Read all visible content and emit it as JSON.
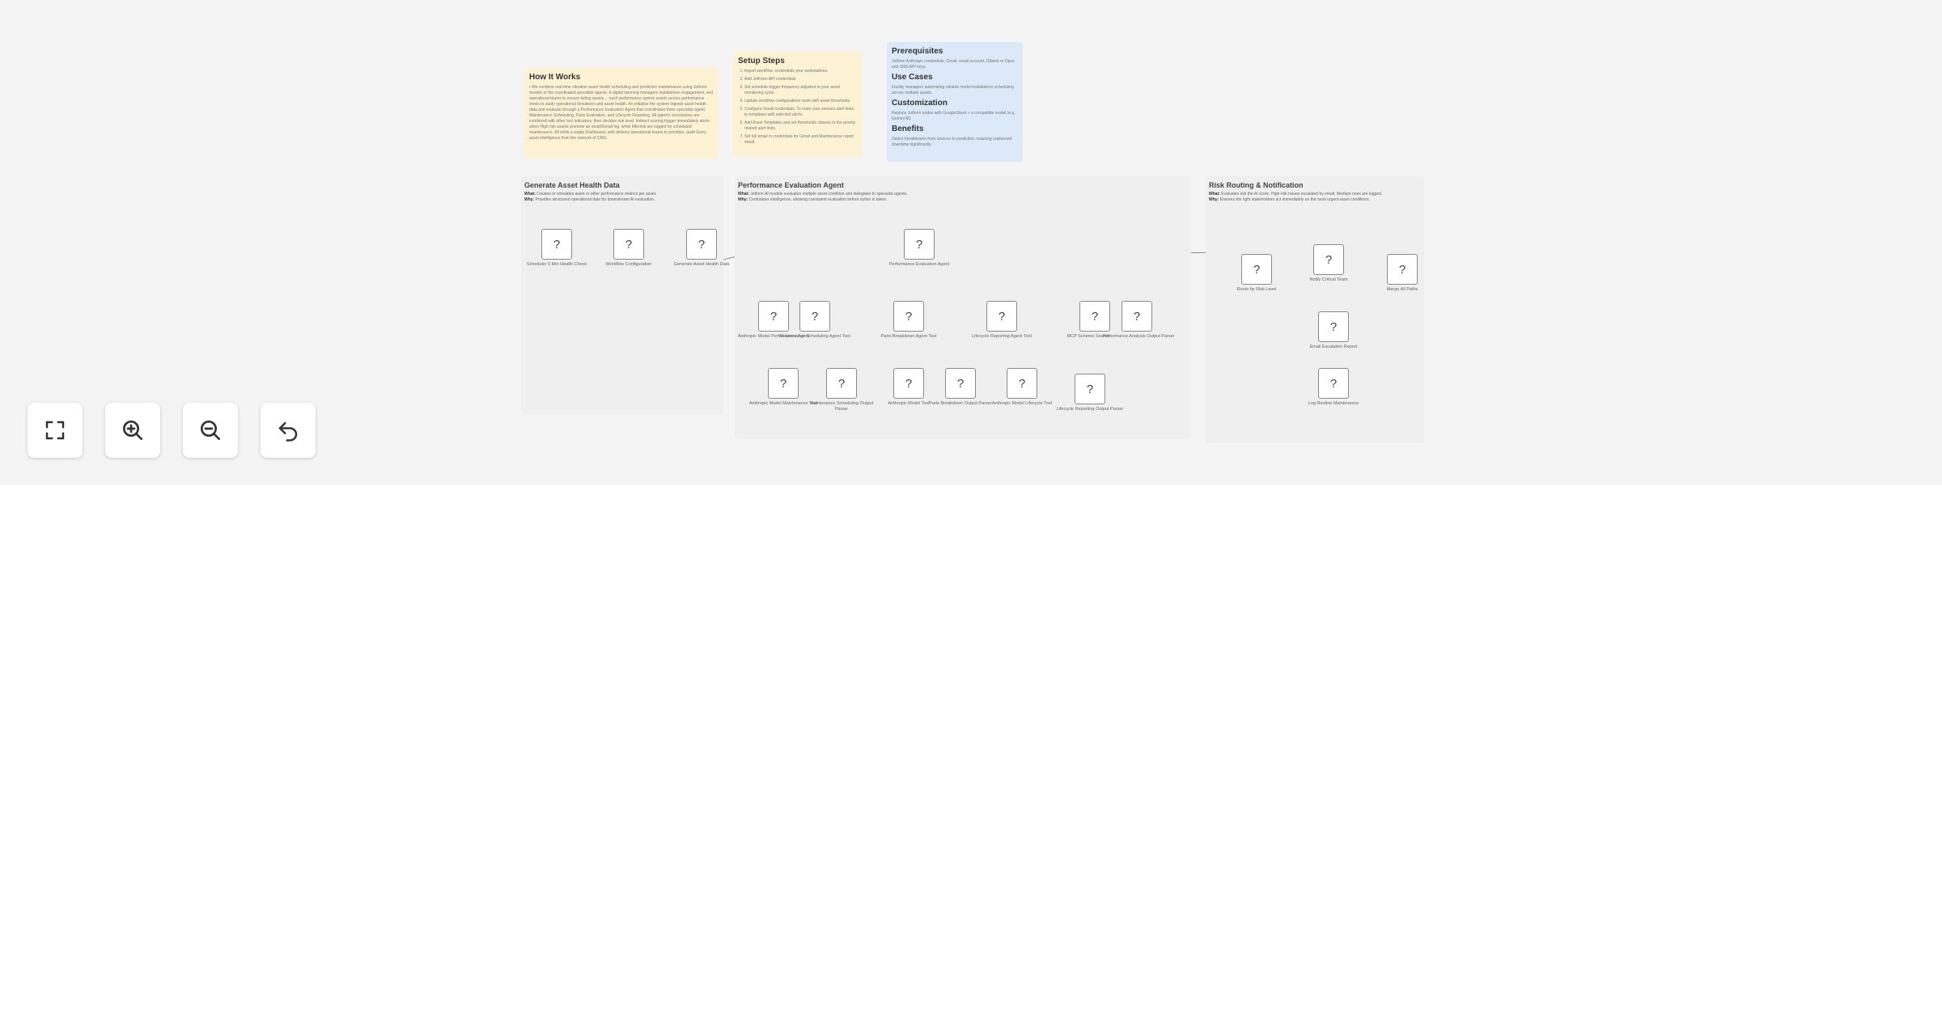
{
  "notes": {
    "how_it_works": {
      "title": "How It Works",
      "body": "• We combine real-time vibration asset health scheduling and predictive maintenance using Jotform models of the coordinated specialist agents. A digital twinning managers installations engagement, and operational teams to ensure failing assets… each performance sprints assets across performance levels to study operational deviations and asset health. An initialize the system ingests asset health data and evaluate through a Performance Evaluation Agent that coordinates three specialist agent: Maintenance Scheduling, Parts Evaluation, and Lifecycle Reporting. All agent's conclusions are combined with other tool indicators, then decides risk level. Indirect scoring trigger immediately alerts when High risk assets promote an email/Gmail log, while Mid-risk are logged for scheduled maintenance. All while a single Dashboard, with delivery operational teams to prioritize, audit Gerry asset intelligence from the network of CMS."
    },
    "setup_steps": {
      "title": "Setup Steps",
      "steps": [
        "Import workflow, credentials your workstations.",
        "Add JotForm API credentials.",
        "Set schedule trigger frequency adjusted to your asset monitoring cycle.",
        "Update workflow configurations node with asset thresholds.",
        "Configure Gmail credentials. To route your sensors alert links to templates with selected alerts.",
        "Add Asset Templates and set thresholds classes to the priority related alert links.",
        "Set full email in credentials for Gmail and Maintenance report email."
      ]
    },
    "info": {
      "prerequisites_title": "Prerequisites",
      "prerequisites_body": "Jotform Anthropic credentials, Gmail, email account, Ollama or Opus and SMS API keys.",
      "use_cases_title": "Use Cases",
      "use_cases_body": "Facility managers automating reliable model installations scheduling across multiple assets.",
      "customization_title": "Customization",
      "customization_body": "Replace Jotform nodes with GoogleSheet + a compatible model (e.g. Gemini M).",
      "benefits_title": "Benefits",
      "benefits_body": "Detect breakdowns from sources to prediction, reducing unplanned downtime significantly."
    }
  },
  "groups": {
    "generate": {
      "title": "Generate Asset Health Data",
      "what_label": "What:",
      "what": "Creates or simulates asset or other performance metrics per asset.",
      "why_label": "Why:",
      "why": "Provides structured operational data for downstream AI evaluation."
    },
    "performance": {
      "title": "Performance Evaluation Agent",
      "what_label": "What:",
      "what": "Jotform AI models evaluates multiple asset condition and delegates to specialist agents.",
      "why_label": "Why:",
      "why": "Centralizes intelligence, allowing consistent evaluation before action is taken."
    },
    "risk": {
      "title": "Risk Routing & Notification",
      "what_label": "What:",
      "what": "Evaluates risk the AI score. High-risk issues escalated by email; Medium ones are logged.",
      "why_label": "Why:",
      "why": "Ensures the right stakeholders act immediately on the most urgent asset conditions."
    }
  },
  "node_glyph": "?",
  "nodes": {
    "scheduler": "Scheduler 5 Min Health Check",
    "workflow": "Workflow Configuration",
    "generate": "Generate Asset Health Data",
    "perf_agent": "Performance Evaluation Agent",
    "anthropic_perf": "Anthropic Model Performance Agent",
    "maint_sched_tool": "Maintenance Scheduling Agent Tool",
    "parts_tool": "Parts Breakdown Agent Tool",
    "lifecycle_tool": "Lifecycle Reporting Agent Tool",
    "mcp_scheme": "MCP Scheme Search",
    "perf_parser": "Performance Analysis Output Parser",
    "anthropic_maint": "Anthropic Model Maintenance Tool",
    "maint_parser": "Maintenance Scheduling Output Parser",
    "anthropic_parts": "Anthropic Model Tool",
    "parts_parser": "Parts Breakdown Output Parser",
    "anthropic_life": "Anthropic Model Lifecycle Tool",
    "life_parser": "Lifecycle Reporting Output Parser",
    "route_risk": "Route by Risk Level",
    "notify_team": "Notify Critical Team",
    "merge": "Merge All Paths",
    "email_escalate": "Email Escalation Report",
    "log_routine": "Log Routine Maintenance"
  },
  "controls": {
    "fit": "fit-view",
    "zoom_in": "zoom-in",
    "zoom_out": "zoom-out",
    "undo": "undo"
  },
  "colors": {
    "canvas_bg": "#f4f4f4",
    "note_yellow": "#fdf2d4",
    "note_blue": "#dbe9f9",
    "group_bg": "#efefef",
    "edge": "#8c8c8c"
  }
}
